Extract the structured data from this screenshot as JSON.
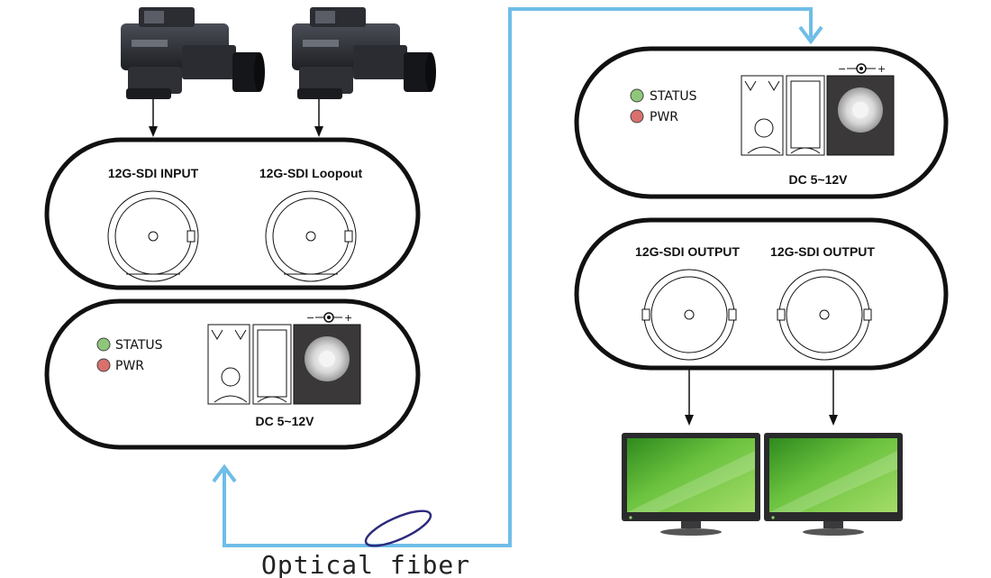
{
  "diagram": {
    "input_unit": {
      "input_label": "12G-SDI INPUT",
      "loopout_label": "12G-SDI Loopout"
    },
    "transmitter": {
      "status_label": "STATUS",
      "pwr_label": "PWR",
      "dc_label": "DC 5~12V",
      "polarity_minus": "−",
      "polarity_plus": "+"
    },
    "receiver": {
      "status_label": "STATUS",
      "pwr_label": "PWR",
      "dc_label": "DC 5~12V",
      "polarity_minus": "−",
      "polarity_plus": "+"
    },
    "output_unit": {
      "output1_label": "12G-SDI OUTPUT",
      "output2_label": "12G-SDI OUTPUT"
    },
    "fiber_label": "Optical fiber",
    "colors": {
      "fiber": "#6fbde8",
      "status_led": "#8fc77a",
      "pwr_led": "#d9706c",
      "monitor_screen": "#5fb93a",
      "dc_jack": "#3a3838"
    },
    "icons": [
      "video-camera-icon",
      "video-camera-icon",
      "monitor-icon",
      "monitor-icon"
    ]
  }
}
